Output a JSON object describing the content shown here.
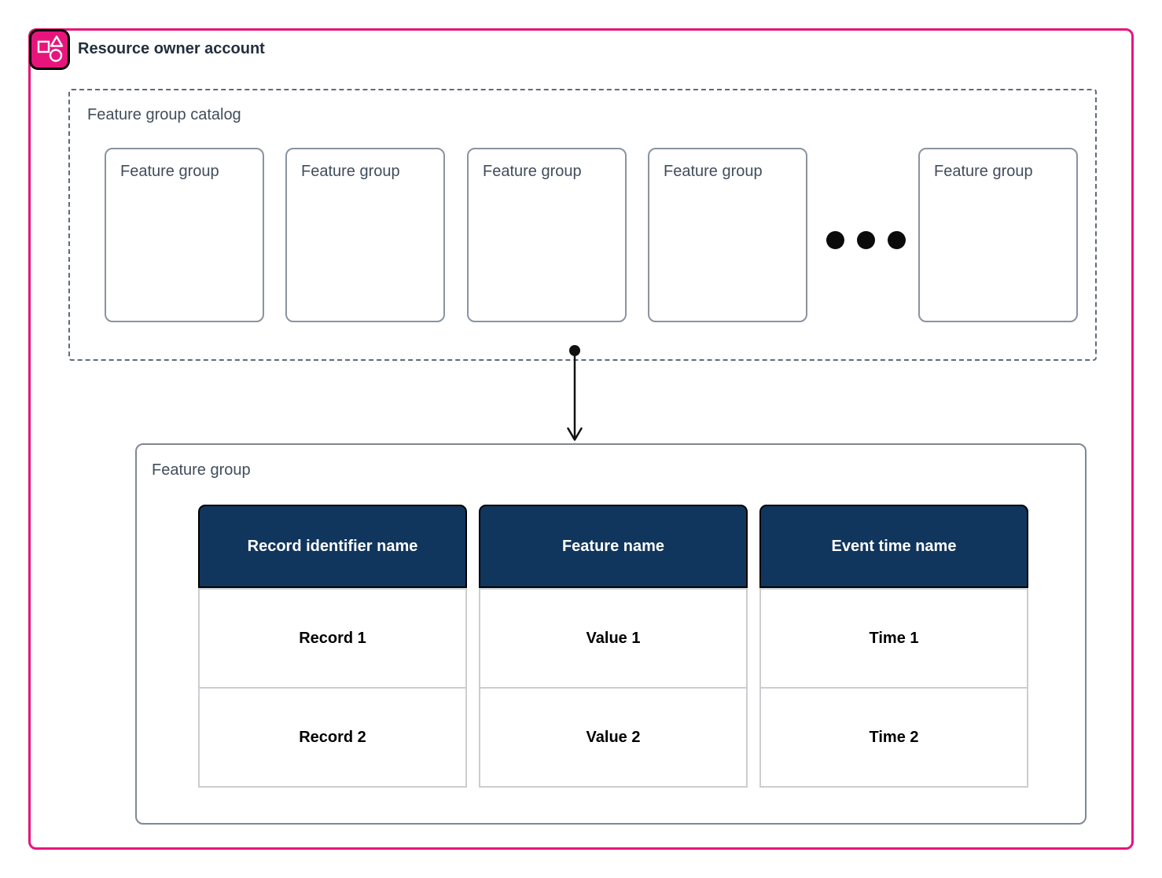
{
  "account": {
    "title": "Resource owner account",
    "icon_name": "resource-owner-account-icon"
  },
  "catalog": {
    "label": "Feature group catalog",
    "groups": [
      {
        "label": "Feature group"
      },
      {
        "label": "Feature group"
      },
      {
        "label": "Feature group"
      },
      {
        "label": "Feature group"
      },
      {
        "label": "Feature group"
      }
    ],
    "ellipsis_icon": "three-dots-icon"
  },
  "connector": {
    "icon_name": "arrow-down-connector",
    "from": "feature-group-3",
    "to": "feature-group-detail"
  },
  "detail": {
    "label": "Feature group",
    "table": {
      "columns": [
        {
          "header": "Record identifier name",
          "rows": [
            "Record 1",
            "Record 2"
          ]
        },
        {
          "header": "Feature name",
          "rows": [
            "Value 1",
            "Value 2"
          ]
        },
        {
          "header": "Event time name",
          "rows": [
            "Time 1",
            "Time 2"
          ]
        }
      ]
    }
  },
  "colors": {
    "accent-pink": "#E7157B",
    "header-navy": "#11365E",
    "title-text": "#232F3E",
    "label-text": "#414D5C",
    "box-border": "#8A93A1",
    "detail-border": "#7F8894",
    "dashed-border": "#5F6B7A",
    "cell-border": "#CBCDD1",
    "cell-text": "#000000",
    "header-text": "#FFFFFF"
  }
}
